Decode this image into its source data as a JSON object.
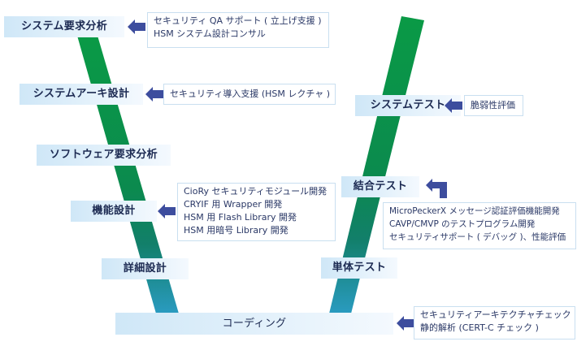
{
  "colors": {
    "band_green": "#0a9a46",
    "band_teal": "#2196b8",
    "arrow": "#3d4d9e",
    "phase_text": "#1c2a52",
    "info_border": "#c9dff0",
    "info_text": "#2a3866"
  },
  "design_phases": [
    {
      "id": "system-requirements",
      "label": "システム要求分析"
    },
    {
      "id": "system-architecture",
      "label": "システムアーキ設計"
    },
    {
      "id": "software-requirements",
      "label": "ソフトウェア要求分析"
    },
    {
      "id": "functional-design",
      "label": "機能設計"
    },
    {
      "id": "detailed-design",
      "label": "詳細設計"
    }
  ],
  "coding_phase": {
    "label": "コーディング"
  },
  "test_phases": [
    {
      "id": "system-test",
      "label": "システムテスト"
    },
    {
      "id": "integration-test",
      "label": "結合テスト"
    },
    {
      "id": "unit-test",
      "label": "単体テスト"
    }
  ],
  "services": {
    "system_requirements": [
      "セキュリティ QA サポート ( 立上げ支援 )",
      "HSM システム設計コンサル"
    ],
    "system_architecture": [
      "セキュリティ導入支援 (HSM レクチャ )"
    ],
    "functional_design": [
      "CioRy セキュリティモジュール開発",
      "CRYIF 用 Wrapper 開発",
      "HSM 用 Flash Library 開発",
      "HSM 用暗号 Library 開発"
    ],
    "system_test": [
      "脆弱性評価"
    ],
    "integration_test": [
      "MicroPeckerX メッセージ認証評価機能開発",
      "CAVP/CMVP のテストプログラム開発",
      "セキュリティサポート ( デバッグ )、性能評価"
    ],
    "coding": [
      "セキュリティアーキテクチャチェック",
      "静的解析 (CERT-C チェック )"
    ]
  }
}
